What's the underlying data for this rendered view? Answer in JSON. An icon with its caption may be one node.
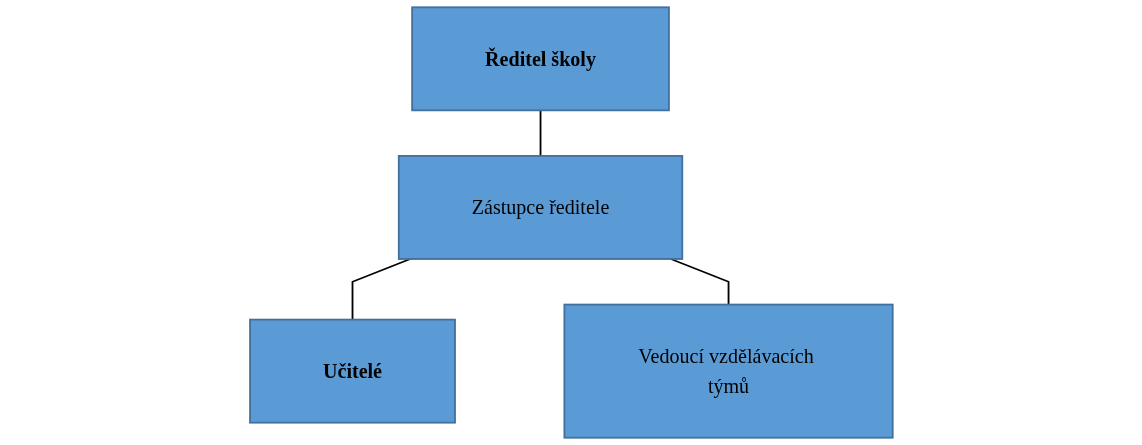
{
  "diagram": {
    "nodes": [
      {
        "text": [
          "Ředitel školy"
        ]
      },
      {
        "text": [
          "Zástupce ředitele"
        ]
      },
      {
        "text": [
          "Učitelé"
        ]
      },
      {
        "text": [
          "Vedoucí vzdělávacích týmů"
        ]
      }
    ],
    "edges": [
      {
        "from": 0,
        "to": 1,
        "arrow": "none"
      },
      {
        "from": 1,
        "to": 2,
        "arrow": "none"
      },
      {
        "from": 1,
        "to": 3,
        "arrow": "none"
      }
    ]
  }
}
